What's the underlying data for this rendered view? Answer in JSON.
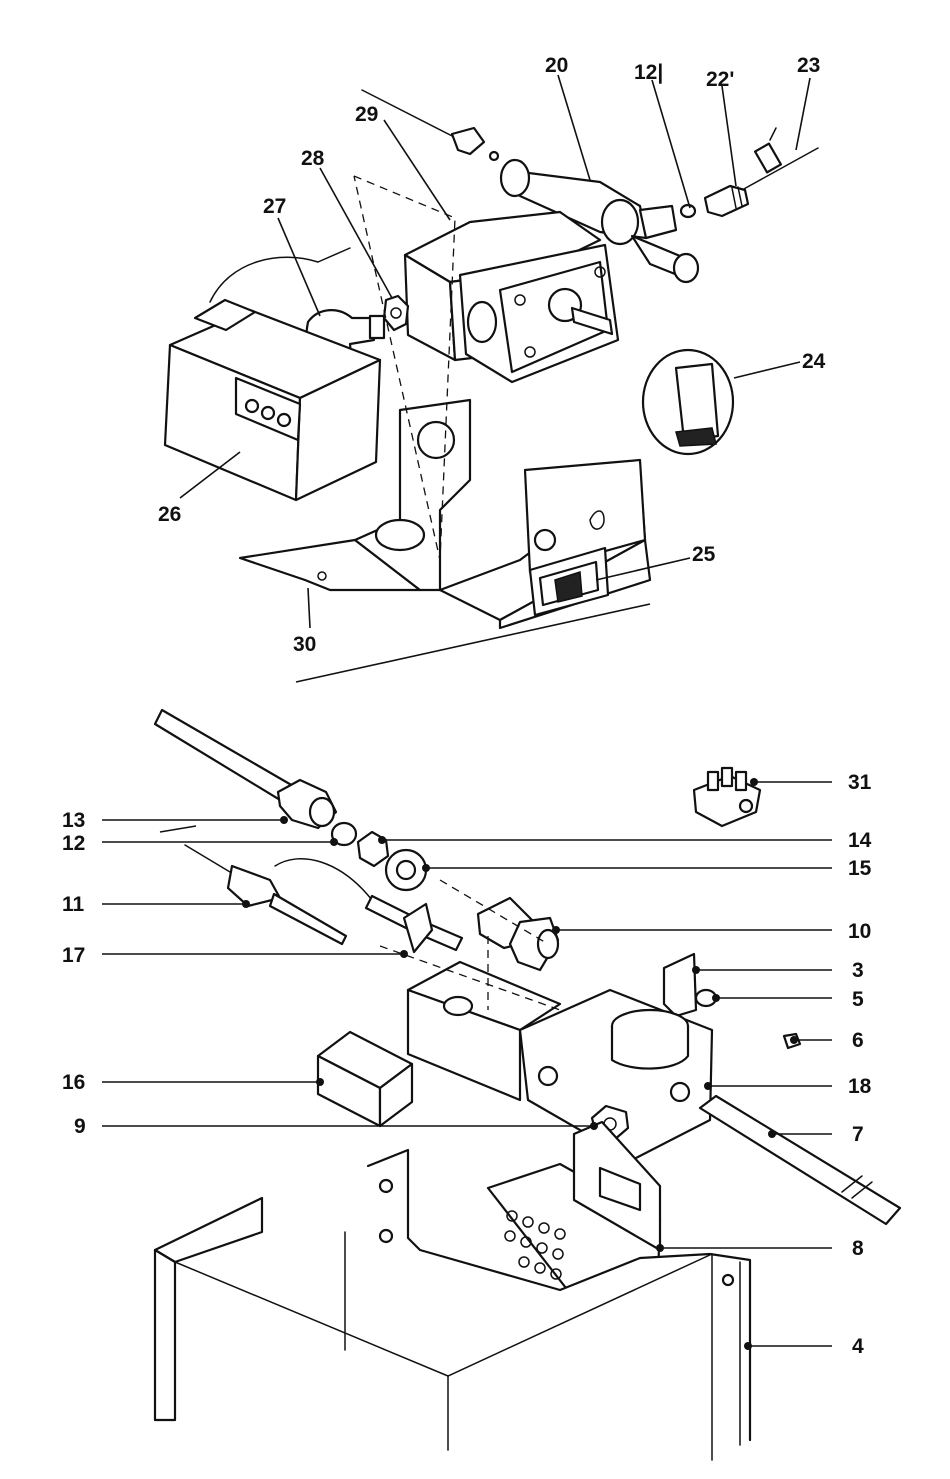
{
  "diagram": {
    "callouts": {
      "c20": "20",
      "c12a": "12|",
      "c22": "22'",
      "c23": "23",
      "c29": "29",
      "c28": "28",
      "c27": "27",
      "c24": "24",
      "c26": "26",
      "c25": "25",
      "c30": "30",
      "c31": "31",
      "c13": "13",
      "c12b": "12",
      "c14": "14",
      "c15": "15",
      "c11": "11",
      "c10": "10",
      "c17": "17",
      "c3": "3",
      "c5": "5",
      "c6": "6",
      "c16": "16",
      "c18": "18",
      "c9": "9",
      "c7": "7",
      "c8": "8",
      "c4": "4"
    }
  }
}
